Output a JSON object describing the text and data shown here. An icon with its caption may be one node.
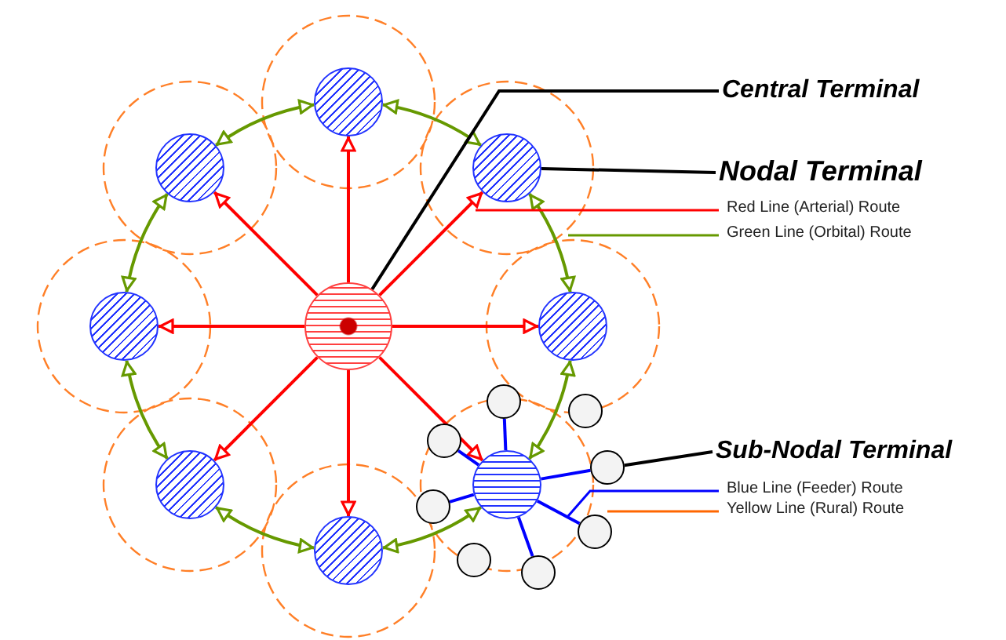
{
  "diagram": {
    "nodes": [
      {
        "text": [
          "Central Terminal"
        ]
      },
      {
        "text": [
          "Nodal Terminal"
        ]
      },
      {
        "text": [
          "Sub-Nodal Terminal"
        ]
      },
      {
        "text": [],
        "shape": "circle"
      },
      {
        "text": [],
        "shape": "circle"
      },
      {
        "text": [],
        "shape": "circle"
      },
      {
        "text": [],
        "shape": "circle"
      },
      {
        "text": [],
        "shape": "circle"
      },
      {
        "text": [],
        "shape": "circle"
      },
      {
        "text": [],
        "shape": "circle"
      },
      {
        "text": [],
        "shape": "circle"
      },
      {
        "text": [],
        "shape": "circle"
      },
      {
        "text": [],
        "shape": "circle"
      },
      {
        "text": [],
        "shape": "circle"
      },
      {
        "text": [],
        "shape": "circle"
      },
      {
        "text": [],
        "shape": "circle"
      },
      {
        "text": [],
        "shape": "circle"
      },
      {
        "text": [],
        "shape": "circle"
      },
      {
        "text": [],
        "shape": "circle"
      },
      {
        "text": [],
        "shape": "circle"
      }
    ],
    "edges": [
      {
        "from": 3,
        "to": 4,
        "arrow": "to",
        "color": "#ff0000"
      },
      {
        "from": 3,
        "to": 5,
        "arrow": "to",
        "color": "#ff0000"
      },
      {
        "from": 3,
        "to": 6,
        "arrow": "to",
        "color": "#ff0000"
      },
      {
        "from": 3,
        "to": 7,
        "arrow": "to",
        "color": "#ff0000"
      },
      {
        "from": 3,
        "to": 8,
        "arrow": "to",
        "color": "#ff0000"
      },
      {
        "from": 3,
        "to": 9,
        "arrow": "to",
        "color": "#ff0000"
      },
      {
        "from": 3,
        "to": 10,
        "arrow": "to",
        "color": "#ff0000"
      },
      {
        "from": 3,
        "to": 11,
        "arrow": "to",
        "color": "#ff0000"
      },
      {
        "from": 4,
        "to": 6,
        "arrow": "both",
        "color": "#669900"
      },
      {
        "from": 6,
        "to": 8,
        "arrow": "both",
        "color": "#669900"
      },
      {
        "from": 8,
        "to": 10,
        "arrow": "both",
        "color": "#669900"
      },
      {
        "from": 10,
        "to": 11,
        "arrow": "both",
        "color": "#669900"
      },
      {
        "from": 11,
        "to": 9,
        "arrow": "both",
        "color": "#669900"
      },
      {
        "from": 9,
        "to": 7,
        "arrow": "both",
        "color": "#669900"
      },
      {
        "from": 7,
        "to": 5,
        "arrow": "both",
        "color": "#669900"
      },
      {
        "from": 5,
        "to": 4,
        "arrow": "both",
        "color": "#669900"
      },
      {
        "from": 10,
        "to": 12,
        "arrow": "none",
        "color": "#0000ff"
      },
      {
        "from": 10,
        "to": 14,
        "arrow": "none",
        "color": "#0000ff"
      },
      {
        "from": 10,
        "to": 15,
        "arrow": "none",
        "color": "#0000ff"
      },
      {
        "from": 10,
        "to": 16,
        "arrow": "none",
        "color": "#0000ff"
      },
      {
        "from": 10,
        "to": 17,
        "arrow": "none",
        "color": "#0000ff"
      },
      {
        "from": 10,
        "to": 19,
        "arrow": "none",
        "color": "#0000ff"
      },
      {
        "from": 0,
        "to": 3,
        "arrow": "none",
        "color": "#000000"
      },
      {
        "from": 1,
        "to": 6,
        "arrow": "none",
        "color": "#000000"
      },
      {
        "from": 2,
        "to": 15,
        "arrow": "none",
        "color": "#000000"
      }
    ],
    "legend": [
      {
        "text": "Red Line (Arterial) Route"
      },
      {
        "text": "Green Line (Orbital) Route"
      },
      {
        "text": "Blue Line (Feeder) Route"
      },
      {
        "text": "Yellow Line (Rural) Route"
      }
    ]
  }
}
